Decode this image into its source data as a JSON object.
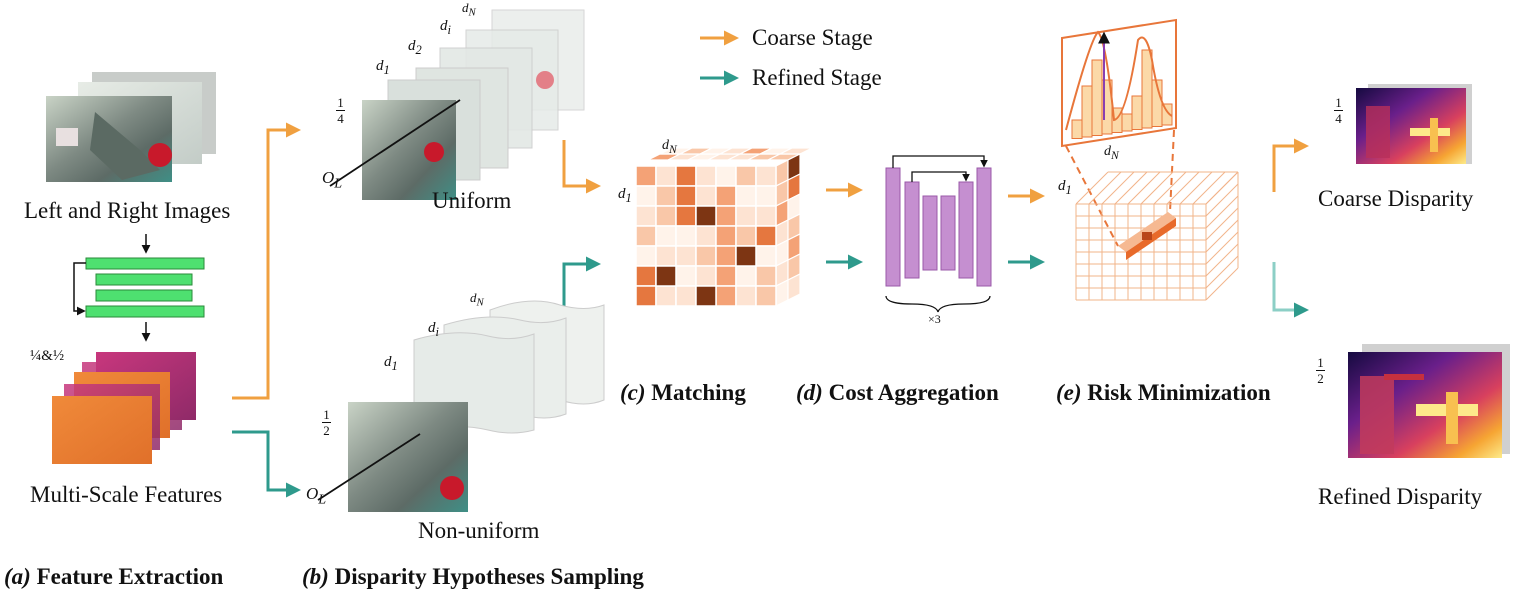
{
  "legend": {
    "coarse": "Coarse Stage",
    "refined": "Refined Stage",
    "coarse_color": "#f0a040",
    "refined_color": "#2e9a8c"
  },
  "panel_a": {
    "images_label": "Left and Right Images",
    "features_label": "Multi-Scale Features",
    "scale_label": "¼&½",
    "caption_letter": "(a)",
    "caption": " Feature Extraction"
  },
  "panel_b": {
    "uniform_label": "Uniform",
    "nonuniform_label": "Non-uniform",
    "caption_letter": "(b)",
    "caption": " Disparity Hypotheses Sampling",
    "d1": "d",
    "d1_sub": "1",
    "d2": "d",
    "d2_sub": "2",
    "di": "d",
    "di_sub": "i",
    "dN": "d",
    "dN_sub": "N",
    "ol": "O",
    "ol_sub": "L",
    "frac_quarter_num": "1",
    "frac_quarter_den": "4",
    "frac_half_num": "1",
    "frac_half_den": "2"
  },
  "panel_c": {
    "caption_letter": "(c)",
    "caption": " Matching"
  },
  "panel_d": {
    "caption_letter": "(d)",
    "caption": " Cost Aggregation",
    "repeat": "×3"
  },
  "panel_e": {
    "caption_letter": "(e)",
    "caption": " Risk Minimization"
  },
  "outputs": {
    "coarse_label": "Coarse Disparity",
    "refined_label": "Refined Disparity",
    "coarse_scale_num": "1",
    "coarse_scale_den": "4",
    "refined_scale_num": "1",
    "refined_scale_den": "2"
  }
}
